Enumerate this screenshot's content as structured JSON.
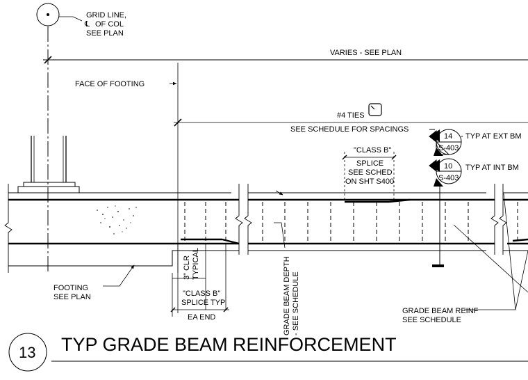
{
  "drawing": {
    "title": "TYP GRADE BEAM REINFORCEMENT",
    "detail_number": "13",
    "grid_note": {
      "line1": "GRID LINE,",
      "line2": "OF COL",
      "line3": "SEE PLAN",
      "centerline_symbol": "centerline-symbol"
    },
    "varies_note": "VARIES - SEE PLAN",
    "face_of_footing": "FACE OF FOOTING",
    "ties_note": {
      "label": "#4 TIES",
      "schedule": "SEE SCHEDULE FOR SPACINGS"
    },
    "splice_note": {
      "line1": "\"CLASS B\"",
      "line2": "SPLICE",
      "line3": "SEE SCHED",
      "line4": "ON SHT S400"
    },
    "section_ext": {
      "number": "14",
      "sheet": "S-403",
      "label": "TYP AT EXT BM"
    },
    "section_int": {
      "number": "10",
      "sheet": "S-403",
      "label": "TYP AT INT BM"
    },
    "clear_cover": {
      "line1": "3\" CLR",
      "line2": "TYPICAL"
    },
    "splice_typ": {
      "line1": "\"CLASS B\"",
      "line2": "SPLICE TYP",
      "line3": "EA END"
    },
    "footing_note": {
      "line1": "FOOTING",
      "line2": "SEE PLAN"
    },
    "beam_depth_note": {
      "line1": "GRADE BEAM DEPTH",
      "line2": "- SEE SCHEDULE"
    },
    "reinf_note": {
      "line1": "GRADE BEAM REINF",
      "line2": "SEE SCHEDULE"
    }
  }
}
